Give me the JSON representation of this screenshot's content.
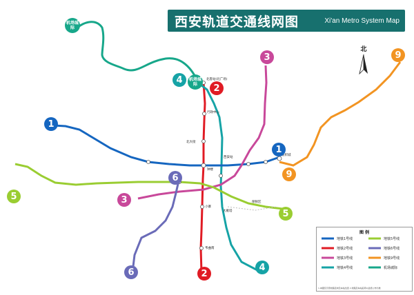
{
  "title": {
    "cn": "西安轨道交通线网图",
    "en": "Xi'an Metro System Map"
  },
  "compass": {
    "label": "北"
  },
  "airport": {
    "label": "机场城际",
    "color": "#17a78a"
  },
  "legend": {
    "title": "图 例",
    "note": "1.本图仅示意线路走向及车站位置 2.线路及车站名称以最终公布为准"
  },
  "lines": [
    {
      "id": "1",
      "color": "#1566c0"
    },
    {
      "id": "2",
      "color": "#e01b24"
    },
    {
      "id": "3",
      "color": "#c8489a"
    },
    {
      "id": "4",
      "color": "#16a3a6"
    },
    {
      "id": "5",
      "color": "#9acd32"
    },
    {
      "id": "6",
      "color": "#6a6bb8"
    },
    {
      "id": "9",
      "color": "#f29422"
    }
  ],
  "badges": [
    {
      "line": "1",
      "label": "1"
    },
    {
      "line": "1",
      "label": "1"
    },
    {
      "line": "2",
      "label": "2"
    },
    {
      "line": "2",
      "label": "2"
    },
    {
      "line": "3",
      "label": "3"
    },
    {
      "line": "3",
      "label": "3"
    },
    {
      "line": "4",
      "label": "4"
    },
    {
      "line": "4",
      "label": "4"
    },
    {
      "line": "5",
      "label": "5"
    },
    {
      "line": "5",
      "label": "5"
    },
    {
      "line": "6",
      "label": "6"
    },
    {
      "line": "6",
      "label": "6"
    },
    {
      "line": "9",
      "label": "9"
    },
    {
      "line": "9",
      "label": "9"
    }
  ],
  "stations": [
    {
      "name": "北客站(北广场)"
    },
    {
      "name": "行政中心"
    },
    {
      "name": "北大街"
    },
    {
      "name": "钟楼"
    },
    {
      "name": "小寨"
    },
    {
      "name": "韦曲南"
    },
    {
      "name": "纺织城"
    },
    {
      "name": "保税区"
    },
    {
      "name": "西安站"
    },
    {
      "name": "大雁塔"
    }
  ],
  "legend_items": [
    {
      "color": "#1566c0",
      "label": "地铁1号线"
    },
    {
      "color": "#e01b24",
      "label": "地铁2号线"
    },
    {
      "color": "#c8489a",
      "label": "地铁3号线"
    },
    {
      "color": "#16a3a6",
      "label": "地铁4号线"
    },
    {
      "color": "#9acd32",
      "label": "地铁5号线"
    },
    {
      "color": "#6a6bb8",
      "label": "地铁6号线"
    },
    {
      "color": "#f29422",
      "label": "地铁9号线"
    },
    {
      "color": "#17a78a",
      "label": "机场城际"
    }
  ]
}
